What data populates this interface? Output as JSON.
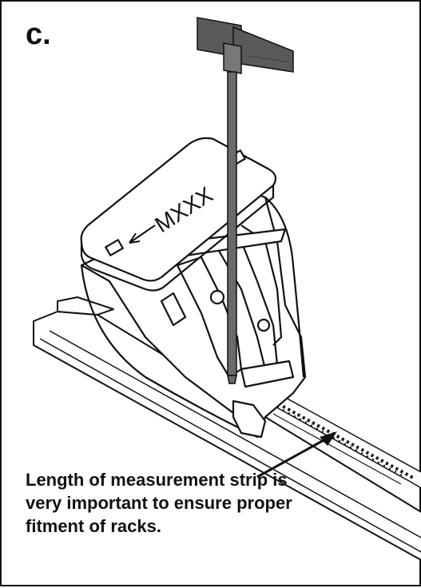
{
  "panel": {
    "letter": "c.",
    "mount_marking": "MXXX",
    "caption": "Length of measurement strip is very important to ensure proper fitment of racks."
  },
  "colors": {
    "frame": "#111111",
    "tool": "#5a5a5a",
    "line": "#111111",
    "fill": "#ffffff"
  },
  "icons": {
    "direction_arrow": "arrow-left-icon",
    "callout_arrow": "callout-arrow-icon"
  }
}
